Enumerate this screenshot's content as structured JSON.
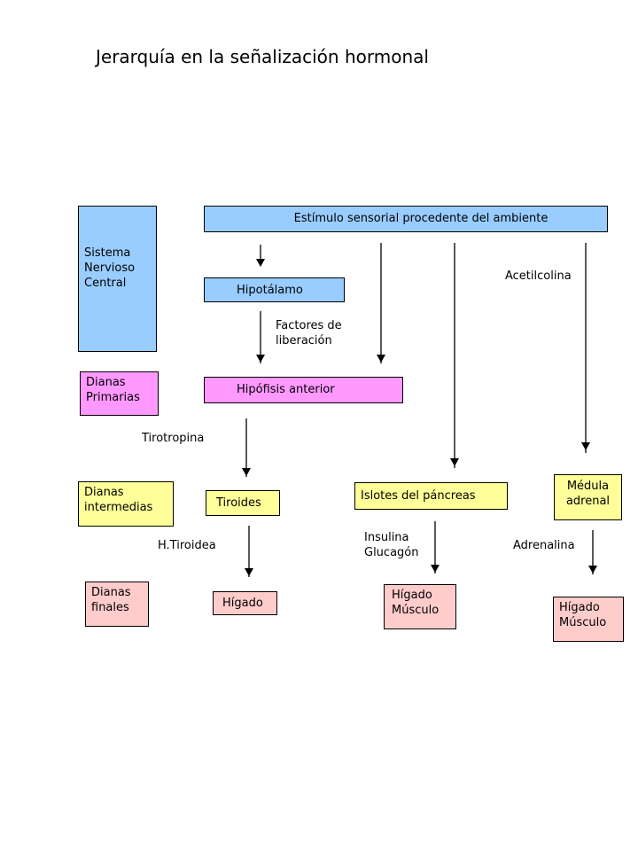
{
  "title": "Jerarquía en la señalización hormonal",
  "levels": {
    "snc": "Sistema\nNervioso\nCentral",
    "primary": "Dianas\nPrimarias",
    "intermediate": "Dianas\nintermedias",
    "final": "Dianas\nfinales"
  },
  "nodes": {
    "stimulus": "Estímulo sensorial procedente  del ambiente",
    "hypothalamus": "Hipotálamo",
    "pituitary": "Hipófisis anterior",
    "thyroid": "Tiroides",
    "islets": "Islotes del páncreas",
    "adrenal_medulla": "Médula\nadrenal",
    "liver1": "Hígado",
    "liver_muscle1": "Hígado\nMúsculo",
    "liver_muscle2": "Hígado\nMúsculo"
  },
  "labels": {
    "release_factors": "Factores de\nliberación",
    "acetylcholine": "Acetilcolina",
    "thyrotropin": "Tirotropina",
    "thyroid_hormone": "H.Tiroidea",
    "insulin_glucagon": "Insulina\nGlucagón",
    "adrenaline": "Adrenalina"
  },
  "colors": {
    "snc": "#99ccff",
    "primary": "#ff99ff",
    "intermediate": "#ffff99",
    "final": "#ffcccc"
  }
}
